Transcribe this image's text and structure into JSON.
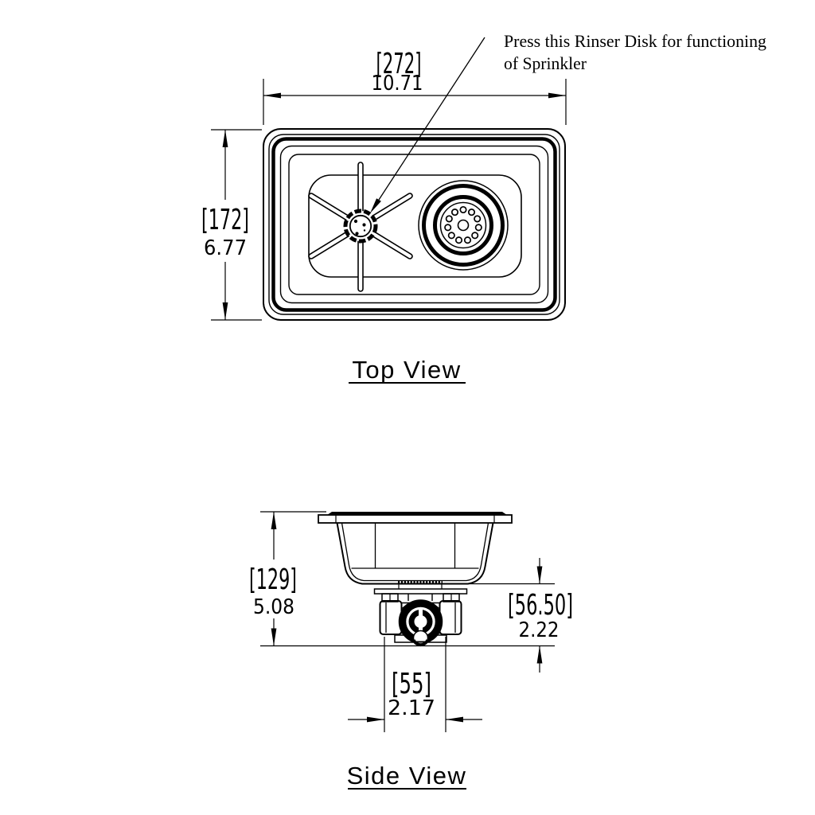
{
  "annotation": {
    "line1": "Press this Rinser Disk for functioning",
    "line2": "of Sprinkler"
  },
  "top_view": {
    "label": "Top View",
    "width_mm": "[272]",
    "width_in": "10.71",
    "height_mm": "[172]",
    "height_in": "6.77"
  },
  "side_view": {
    "label": "Side View",
    "height_mm": "[129]",
    "height_in": "5.08",
    "offset_mm": "[56.50]",
    "offset_in": "2.22",
    "width_mm": "[55]",
    "width_in": "2.17"
  },
  "colors": {
    "line": "#000000",
    "background": "#ffffff"
  }
}
